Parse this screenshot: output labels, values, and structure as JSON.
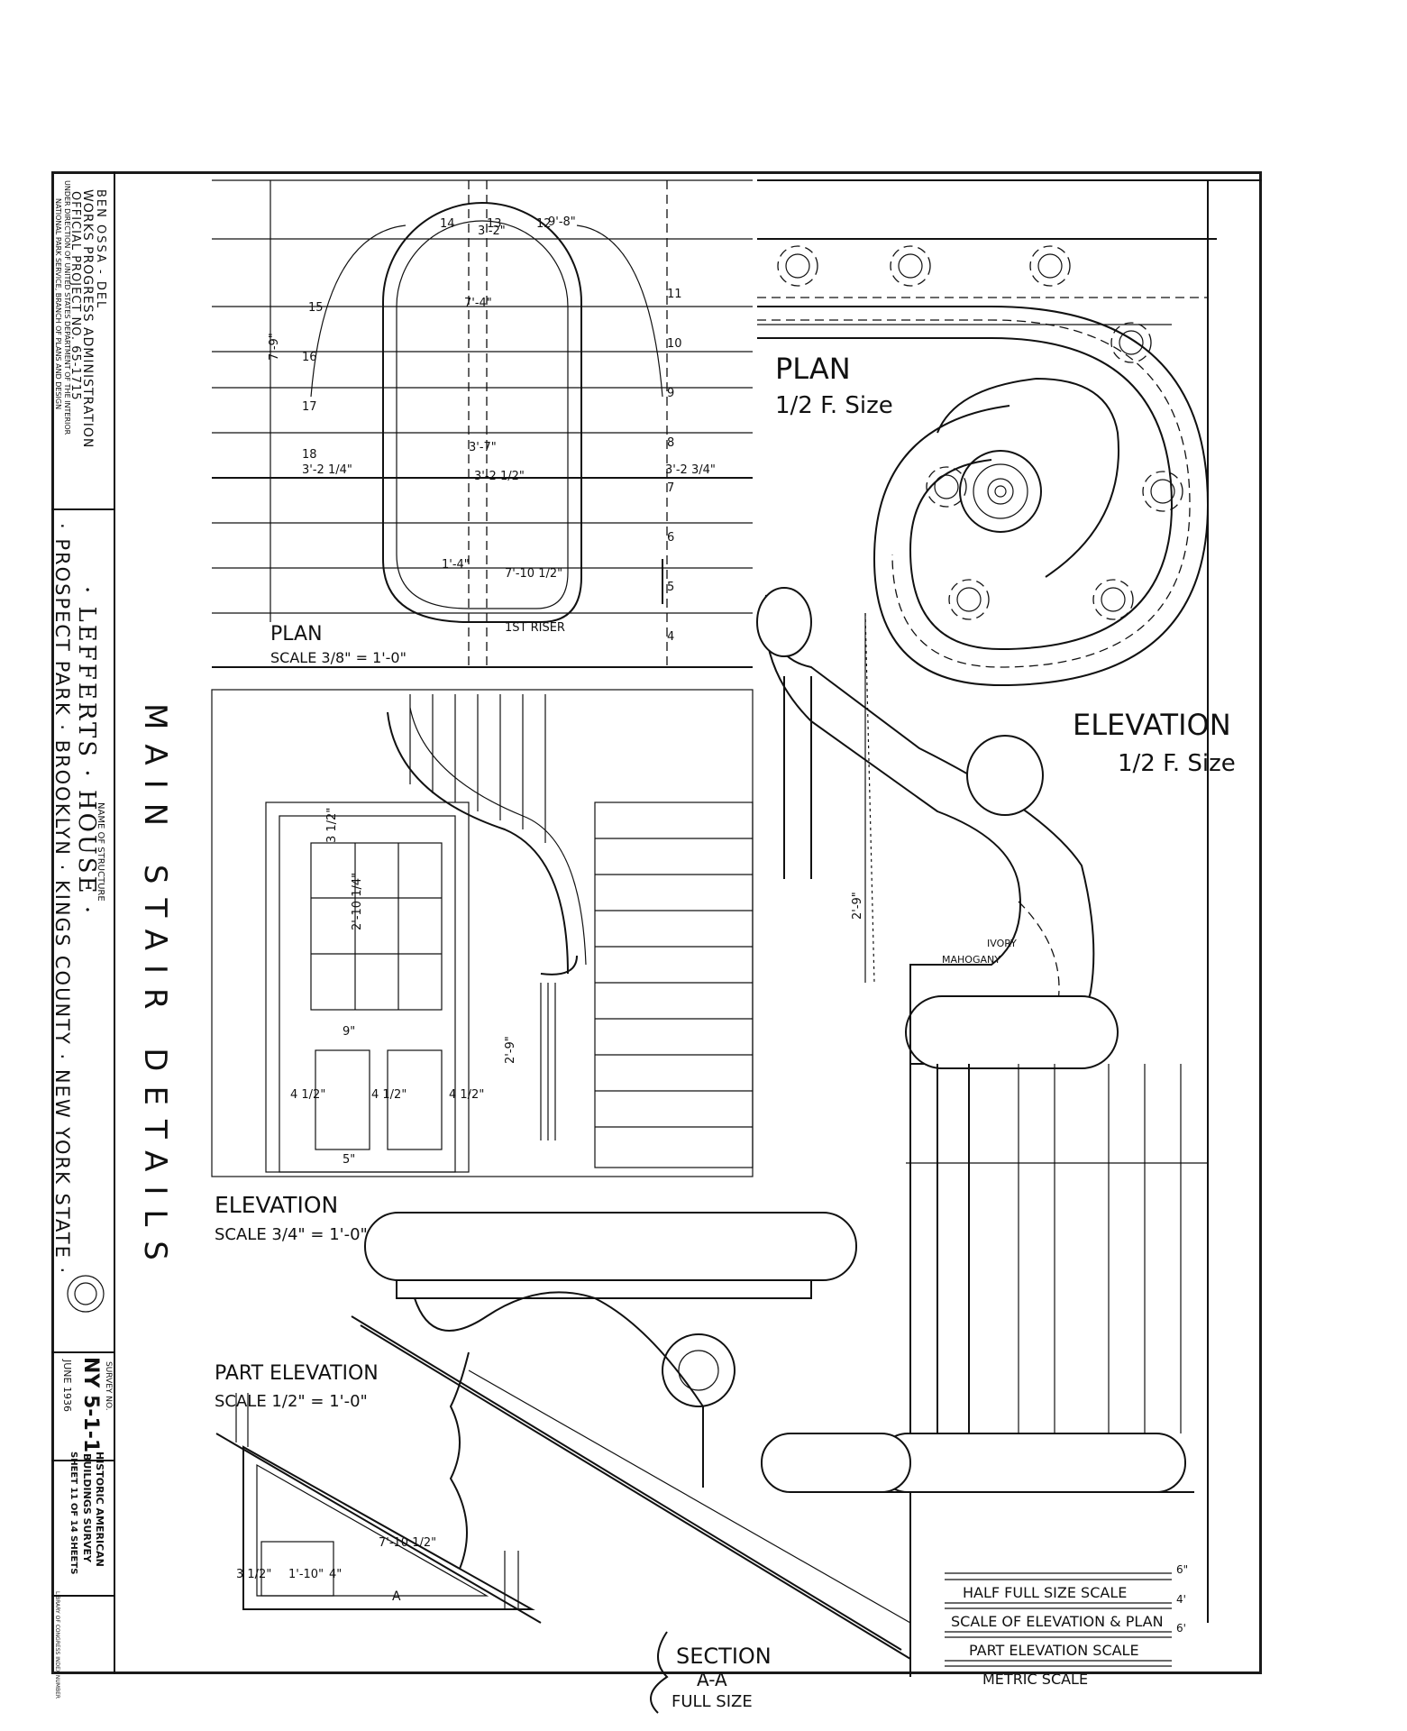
{
  "title_block": {
    "delineator": "BEN OSSA - DEL",
    "agency_line1": "WORKS PROGRESS ADMINISTRATION",
    "agency_line2": "OFFICIAL PROJECT NO. 65-1715",
    "agency_line3": "UNDER DIRECTION OF UNITED STATES DEPARTMENT OF THE INTERIOR",
    "agency_line4": "NATIONAL PARK SERVICE, BRANCH OF PLANS AND DESIGN",
    "name_of_structure_caption": "NAME OF STRUCTURE",
    "structure_name": "· LEFFERTS · HOUSE ·",
    "location": "· PROSPECT PARK · BROOKLYN · KINGS COUNTY · NEW YORK STATE ·",
    "survey_no_caption": "SURVEY NO.",
    "survey_no": "NY 5-1-1",
    "date": "JUNE 1936",
    "habs_line1": "HISTORIC AMERICAN",
    "habs_line2": "BUILDINGS SURVEY",
    "sheet": "SHEET 11 OF 14 SHEETS",
    "index": "LIBRARY OF CONGRESS INDEX NUMBER"
  },
  "drawing_title": "MAIN STAIR DETAILS",
  "views": {
    "plan_left_title": "PLAN",
    "plan_left_scale": "SCALE 3/8\" = 1'-0\"",
    "plan_right_title": "PLAN",
    "plan_right_scale": "1/2 F. Size",
    "elevation_right_title": "ELEVATION",
    "elevation_right_scale": "1/2 F. Size",
    "elevation_left_title": "ELEVATION",
    "elevation_left_scale": "SCALE 3/4\" = 1'-0\"",
    "part_elevation_title": "PART ELEVATION",
    "part_elevation_scale": "SCALE 1/2\" = 1'-0\"",
    "section_title": "SECTION",
    "section_id": "A-A",
    "section_scale": "FULL SIZE"
  },
  "plan_dimensions": {
    "d1": "9'-8\"",
    "d2": "7'-9\"",
    "d3": "7'-4\"",
    "d4": "3'-7\"",
    "d5": "3'-2 1/2\"",
    "d6": "3'-2 1/4\"",
    "d7": "3'-2 3/4\"",
    "d8": "7'-10 1/2\"",
    "d9": "1'-4\"",
    "d10": "3'-2\"",
    "riser_label": "1ST RISER",
    "step_numbers": [
      "4",
      "5",
      "6",
      "7",
      "8",
      "9",
      "10",
      "11",
      "12",
      "13",
      "14",
      "15",
      "16",
      "17",
      "18"
    ]
  },
  "elevation_dimensions": {
    "height": "2'-9\"",
    "rail_height": "2'-9\"",
    "pane": "2'-10 1/4\"",
    "gap": "9\"",
    "margin": "4 1/2\"",
    "base": "5\"",
    "top": "3 1/2\""
  },
  "part_elevation_dimensions": {
    "length": "7'-10 1/2\"",
    "panel": "1'-10\"",
    "a": "A",
    "small1": "4\"",
    "small2": "3 1/2\""
  },
  "rail_labels": {
    "ivory": "IVORY",
    "mahogany": "MAHOGANY"
  },
  "scales": {
    "half_full": "HALF FULL SIZE SCALE",
    "elev_plan": "SCALE OF ELEVATION & PLAN",
    "part_elev": "PART ELEVATION SCALE",
    "metric": "METRIC SCALE",
    "unit1": "6\"",
    "unit2": "4'",
    "unit3": "6'"
  }
}
